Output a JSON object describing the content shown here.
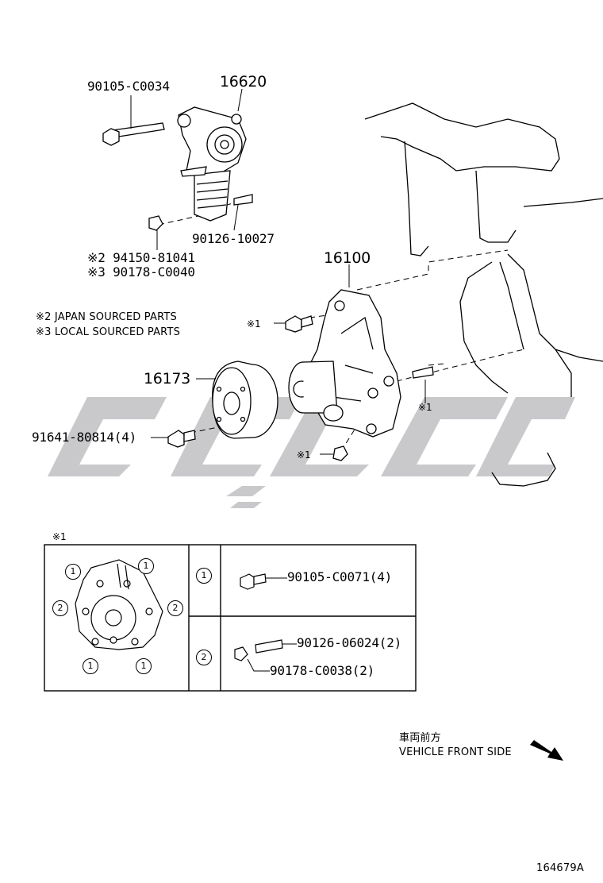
{
  "labels": {
    "bolt_tensioner": "90105-C0034",
    "tensioner_assy": "16620",
    "stud_tensioner": "90126-10027",
    "nut_japan": "※2 94150-81041",
    "nut_local": "※3 90178-C0040",
    "water_pump": "16100",
    "pulley": "16173",
    "pulley_bolt": "91641-80814(4)",
    "ref1_a": "※1",
    "ref1_b": "※1",
    "ref1_c": "※1",
    "ref1_d": "※1"
  },
  "notes": {
    "japan": "※2 JAPAN SOURCED PARTS",
    "local": "※3 LOCAL SOURCED PARTS"
  },
  "detail": {
    "header": "※1",
    "circle_one": "1",
    "circle_two": "2",
    "row1_part": "90105-C0071(4)",
    "row2_stud": "90126-06024(2)",
    "row2_nut": "90178-C0038(2)"
  },
  "direction": {
    "jp": "車両前方",
    "en": "VEHICLE FRONT SIDE"
  },
  "figure_id": "164679A",
  "colors": {
    "line": "#000000",
    "watermark": "#c9c9cc"
  }
}
